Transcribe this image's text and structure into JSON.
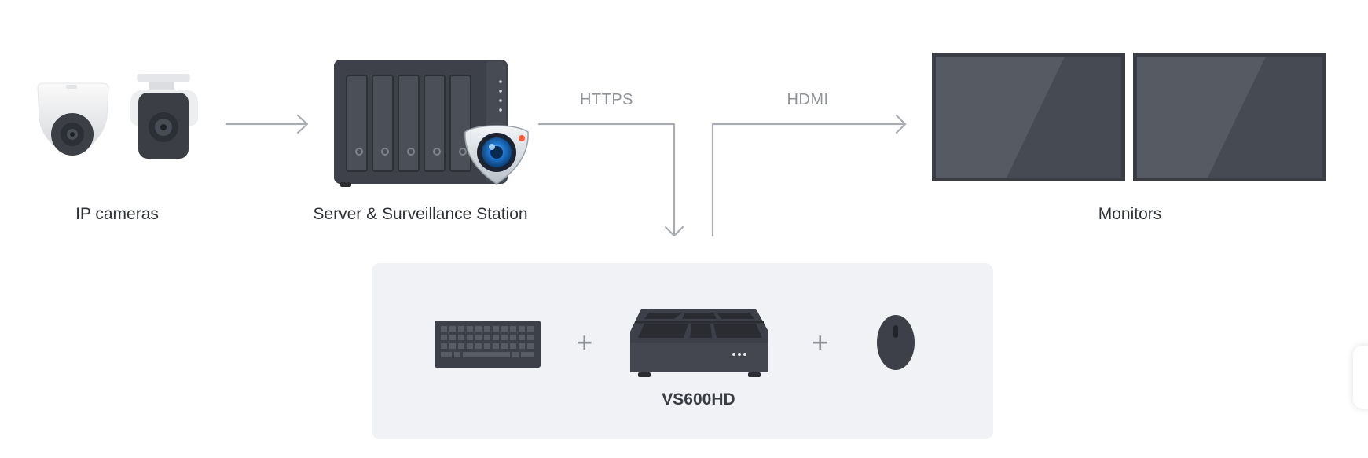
{
  "nodes": {
    "ip_cameras": {
      "label": "IP cameras",
      "icon": "ip-cameras-icon"
    },
    "server": {
      "label": "Server & Surveillance Station",
      "icon": "nas-server-icon",
      "badge_icon": "surveillance-station-icon"
    },
    "monitors": {
      "label": "Monitors",
      "icon": "monitors-icon"
    },
    "vs600hd": {
      "label": "VS600HD",
      "icon": "vs600hd-device-icon"
    }
  },
  "links": {
    "https": "HTTPS",
    "hdmi": "HDMI"
  },
  "peripherals": {
    "keyboard_icon": "keyboard-icon",
    "mouse_icon": "mouse-icon",
    "plus_1": "+",
    "plus_2": "+"
  },
  "colors": {
    "device_dark": "#3d4048",
    "device_mid": "#4a4e57",
    "connector": "#a9adb3",
    "panel_bg": "#f1f2f5",
    "badge_blue": "#1f78d1"
  }
}
